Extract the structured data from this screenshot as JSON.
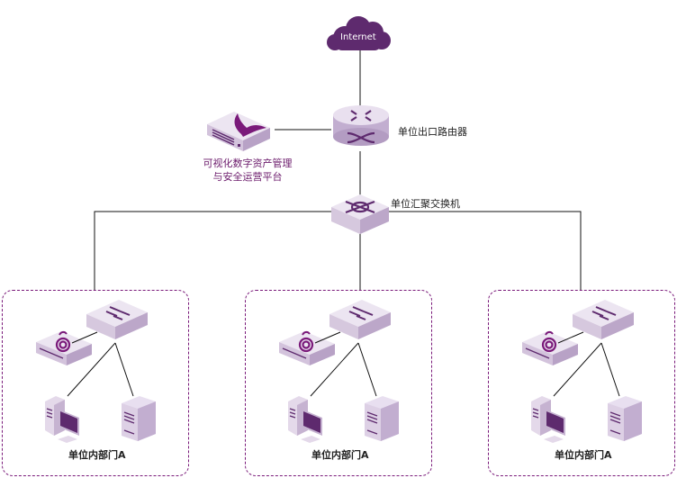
{
  "diagram": {
    "title": "",
    "colors": {
      "accent": "#5e2a6e",
      "device_top": "#ebe3f0",
      "device_side": "#c9b6d3",
      "device_front": "#b39cc2",
      "dashed_border": "#7a1a7a",
      "line": "#111111",
      "purple_text": "#6b1a6b"
    },
    "nodes": {
      "internet": {
        "label": "Internet",
        "icon": "cloud-icon"
      },
      "router": {
        "label": "单位出口路由器",
        "icon": "router-icon"
      },
      "platform": {
        "label_line1": "可视化数字资产管理",
        "label_line2": "与安全运营平台",
        "icon": "security-appliance-icon"
      },
      "core_switch": {
        "label": "单位汇聚交换机",
        "icon": "core-switch-icon"
      }
    },
    "departments": [
      {
        "label": "单位内部门A",
        "devices": [
          "access-switch",
          "probe-appliance",
          "workstation",
          "server"
        ]
      },
      {
        "label": "单位内部门A",
        "devices": [
          "access-switch",
          "probe-appliance",
          "workstation",
          "server"
        ]
      },
      {
        "label": "单位内部门A",
        "devices": [
          "access-switch",
          "probe-appliance",
          "workstation",
          "server"
        ]
      }
    ],
    "edges": [
      [
        "internet",
        "router"
      ],
      [
        "router",
        "platform"
      ],
      [
        "router",
        "core_switch"
      ],
      [
        "core_switch",
        "department-1"
      ],
      [
        "core_switch",
        "department-2"
      ],
      [
        "core_switch",
        "department-3"
      ]
    ]
  }
}
